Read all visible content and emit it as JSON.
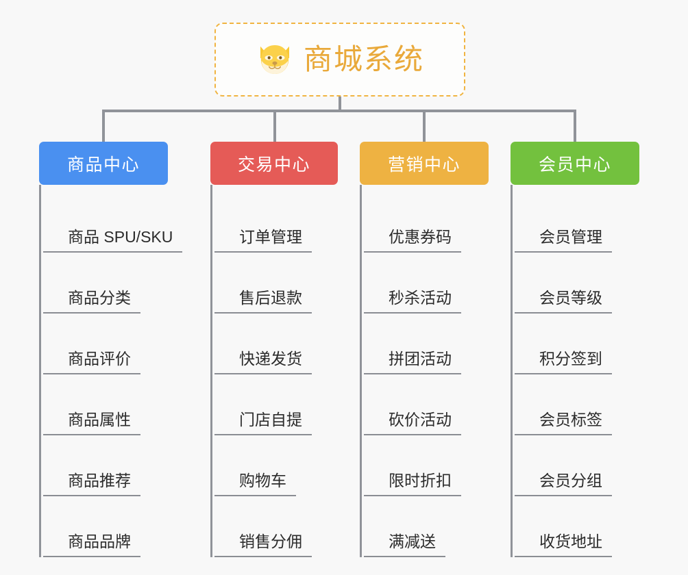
{
  "root": {
    "title": "商城系统",
    "icon": "shiba-inu-icon",
    "border_color": "#f0b441",
    "text_color": "#e9a93a"
  },
  "line_color": "#909399",
  "background": "#f8f8f8",
  "branches": [
    {
      "label": "商品中心",
      "color": "#4a90f0",
      "children": [
        "商品 SPU/SKU",
        "商品分类",
        "商品评价",
        "商品属性",
        "商品推荐",
        "商品品牌"
      ]
    },
    {
      "label": "交易中心",
      "color": "#e55b57",
      "children": [
        "订单管理",
        "售后退款",
        "快递发货",
        "门店自提",
        "购物车",
        "销售分佣"
      ]
    },
    {
      "label": "营销中心",
      "color": "#eeb242",
      "children": [
        "优惠券码",
        "秒杀活动",
        "拼团活动",
        "砍价活动",
        "限时折扣",
        "满减送"
      ]
    },
    {
      "label": "会员中心",
      "color": "#73c13e",
      "children": [
        "会员管理",
        "会员等级",
        "积分签到",
        "会员标签",
        "会员分组",
        "收货地址"
      ]
    }
  ]
}
